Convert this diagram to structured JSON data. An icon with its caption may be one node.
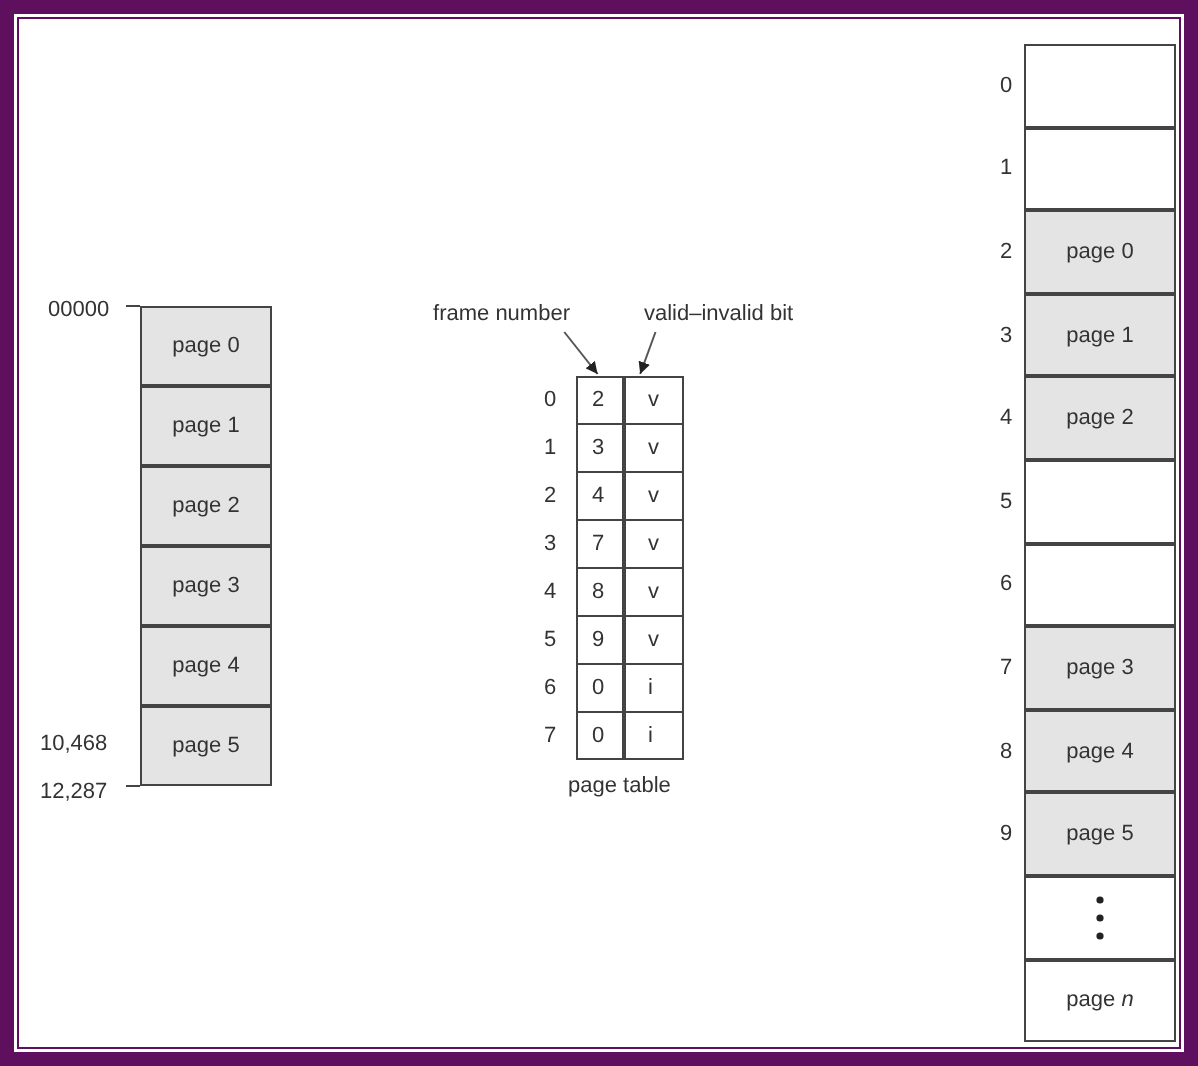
{
  "diagram": {
    "nodes": [
      {
        "text": [
          "page 0"
        ]
      },
      {
        "text": [
          "page 1"
        ]
      },
      {
        "text": [
          "page 2"
        ]
      },
      {
        "text": [
          "page 3"
        ]
      },
      {
        "text": [
          "page 4"
        ]
      },
      {
        "text": [
          "page 5"
        ]
      },
      {
        "text": [
          "frame number"
        ]
      },
      {
        "text": [
          "valid–invalid bit"
        ]
      },
      {
        "text": [],
        "shape": "box"
      },
      {
        "text": [],
        "shape": "box"
      },
      {
        "text": [],
        "shape": "box"
      },
      {
        "text": [],
        "shape": "box"
      },
      {
        "text": [
          "page 0"
        ]
      },
      {
        "text": [
          "page 1"
        ]
      },
      {
        "text": [
          "page 2"
        ]
      },
      {
        "text": [],
        "shape": "box"
      },
      {
        "text": [],
        "shape": "box"
      },
      {
        "text": [
          "page 3"
        ]
      },
      {
        "text": [
          "page 4"
        ]
      },
      {
        "text": [
          "page 5"
        ]
      },
      {
        "text": [],
        "shape": "box"
      },
      {
        "text": [
          "page *n*"
        ]
      }
    ],
    "edges": [
      {
        "from": 6,
        "to": 8,
        "arrow": "to"
      },
      {
        "from": 7,
        "to": 9,
        "arrow": "to"
      }
    ],
    "labels": [
      "0",
      "1",
      "2",
      "3",
      "4",
      "5",
      "6",
      "7",
      "8",
      "9",
      "00000",
      "0",
      "2",
      "v",
      "1",
      "3",
      "v",
      "2",
      "4",
      "v",
      "3",
      "7",
      "v",
      "4",
      "8",
      "v",
      "5",
      "9",
      "v",
      "6",
      "0",
      "i",
      "7",
      "0",
      "i",
      "10,468",
      "12,287",
      "page table"
    ]
  }
}
